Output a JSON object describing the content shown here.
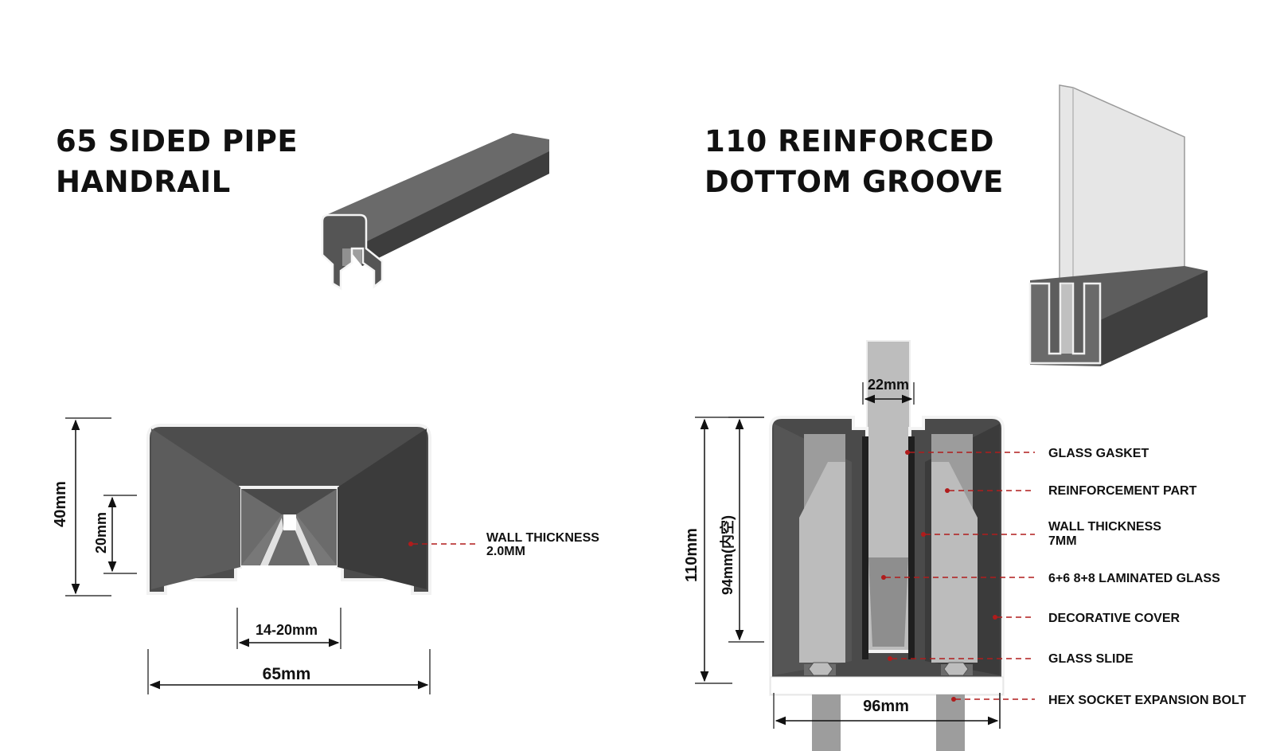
{
  "left": {
    "title_line1": "65 SIDED PIPE",
    "title_line2": "HANDRAIL",
    "dims": {
      "height": "40mm",
      "inner_height": "20mm",
      "slot_width": "14-20mm",
      "width": "65mm"
    },
    "wall_line1": "WALL THICKNESS",
    "wall_line2": "2.0MM"
  },
  "right": {
    "title_line1": "110 REINFORCED",
    "title_line2": "DOTTOM GROOVE",
    "dims": {
      "glass_width": "22mm",
      "height": "110mm",
      "inner_height": "94mm(内空)",
      "width": "96mm"
    },
    "callouts": {
      "gasket": "GLASS GASKET",
      "reinforcement": "REINFORCEMENT PART",
      "wall_line1": "WALL THICKNESS",
      "wall_line2": "7MM",
      "glass": "6+6  8+8 LAMINATED GLASS",
      "cover": "DECORATIVE COVER",
      "slide": "GLASS SLIDE",
      "bolt": "HEX SOCKET EXPANSION BOLT"
    }
  },
  "colors": {
    "profile": "#4a4a4a",
    "outline": "#ffffff",
    "leader": "#b01c1c",
    "glass": "#d9d9d9"
  }
}
